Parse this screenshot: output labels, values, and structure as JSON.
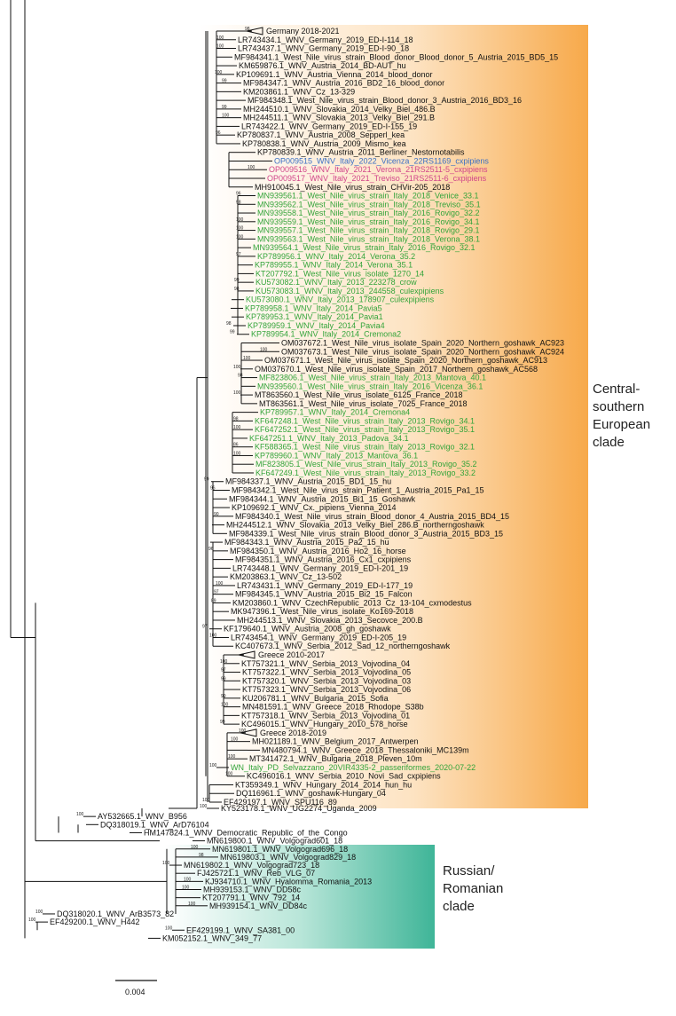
{
  "colors": {
    "black": "#111111",
    "green": "#33a43a",
    "blue": "#3a6fc4",
    "pink": "#d1458a",
    "orange_band": "#f7a94a",
    "teal_band": "#3fb598"
  },
  "clade_labels": {
    "central": [
      "Central-",
      "southern",
      "European",
      "clade"
    ],
    "russian": [
      "Russian/",
      "Romanian",
      "clade"
    ]
  },
  "scale_bar": "0.004",
  "tree": {
    "tips": [
      {
        "label": "Germany 2018-2021",
        "color": "black",
        "collapsed": true,
        "support": "98"
      },
      {
        "label": "LR743434.1_WNV_Germany_2019_ED-I-114_18",
        "color": "black",
        "support": "100"
      },
      {
        "label": "LR743437.1_WNV_Germany_2019_ED-I-90_18",
        "color": "black",
        "support": "100"
      },
      {
        "label": "MF984341.1_West_Nile_virus_strain_Blood_donor_Blood_donor_5_Austria_2015_BD5_15",
        "color": "black"
      },
      {
        "label": "KM659876.1_WNV_Austria_2014_BD-AUT_hu",
        "color": "black"
      },
      {
        "label": "KP109691.1_WNV_Austria_Vienna_2014_blood_donor",
        "color": "black",
        "support": "100"
      },
      {
        "label": "MF984347.1_WNV_Austria_2016_BD2_16_blood_donor",
        "color": "black",
        "support": "99"
      },
      {
        "label": "KM203861.1_WNV_Cz_13-329",
        "color": "black"
      },
      {
        "label": "MF984348.1_West_Nile_virus_strain_Blood_donor_3_Austria_2016_BD3_16",
        "color": "black"
      },
      {
        "label": "MH244510.1_WNV_Slovakia_2014_Velky_Biel_486.B",
        "color": "black",
        "support": "99"
      },
      {
        "label": "MH244511.1_WNV_Slovakia_2013_Velky_Biel_291.B",
        "color": "black",
        "support": "100"
      },
      {
        "label": "LR743422.1_WNV_Germany_2019_ED-I-155_19",
        "color": "black"
      },
      {
        "label": "KP780837.1_WNV_Austria_2008_Sepperl_kea",
        "color": "black",
        "support": "96"
      },
      {
        "label": "KP780838.1_WNV_Austria_2009_Mismo_kea",
        "color": "black"
      },
      {
        "label": "KP780839.1_WNV_Austria_2011_Berliner_Nestornotabilis",
        "color": "black"
      },
      {
        "label": "OP009515_WNV_Italy_2022_Vicenza_22RS1169_cxpipiens",
        "color": "blue"
      },
      {
        "label": "OP009516_WNV_Italy_2021_Verona_21RS2511-5_cxpipiens",
        "color": "pink",
        "support": "100"
      },
      {
        "label": "OP009517_WNV_Italy_2021_Treviso_21RS2511-6_cxpipiens",
        "color": "pink"
      },
      {
        "label": "MH910045.1_West_Nile_virus_strain_CHVir-205_2018",
        "color": "black"
      },
      {
        "label": "MN939561.1_West_Nile_virus_strain_Italy_2018_Venice_33.1",
        "color": "green",
        "support": "96"
      },
      {
        "label": "MN939562.1_West_Nile_virus_strain_Italy_2018_Treviso_35.1",
        "color": "green",
        "support": "98"
      },
      {
        "label": "MN939558.1_West_Nile_virus_strain_Italy_2016_Rovigo_32.2",
        "color": "green"
      },
      {
        "label": "MN939559.1_West_Nile_virus_strain_Italy_2016_Rovigo_34.1",
        "color": "green",
        "support": "100"
      },
      {
        "label": "MN939557.1_West_Nile_virus_strain_Italy_2018_Rovigo_29.1",
        "color": "green",
        "support": "100"
      },
      {
        "label": "MN939563.1_West_Nile_virus_strain_Italy_2018_Verona_38.1",
        "color": "green",
        "support": "100"
      },
      {
        "label": "MN939564.1_West_Nile_virus_strain_Italy_2016_Rovigo_32.1",
        "color": "green"
      },
      {
        "label": "KP789956.1_WNV_Italy_2014_Verona_35.2",
        "color": "green",
        "support": "97"
      },
      {
        "label": "KP789955.1_WNV_Italy_2014_Verona_35.1",
        "color": "green"
      },
      {
        "label": "KT207792.1_West_Nile_virus_isolate_1270_14",
        "color": "green"
      },
      {
        "label": "KU573082.1_WNV_Italy_2013_223278_crow",
        "color": "green",
        "support": "99"
      },
      {
        "label": "KU573083.1_WNV_Italy_2013_244558_culexpipiens",
        "color": "green",
        "support": "98"
      },
      {
        "label": "KU573080.1_WNV_Italy_2013_178907_culexpipiens",
        "color": "green"
      },
      {
        "label": "KP789958.1_WNV_Italy_2014_Pavia5",
        "color": "green"
      },
      {
        "label": "KP789953.1_WNV_Italy_2014_Pavia1",
        "color": "green"
      },
      {
        "label": "KP789959.1_WNV_Italy_2014_Pavia4",
        "color": "green",
        "support": "98"
      },
      {
        "label": "KP789954.1_WNV_Italy_2014_Cremona2",
        "color": "green",
        "support": "99"
      },
      {
        "label": "OM037672.1_West_Nile_virus_isolate_Spain_2020_Northern_goshawk_AC923",
        "color": "black"
      },
      {
        "label": "OM037673.1_West_Nile_virus_isolate_Spain_2020_Northern_goshawk_AC924",
        "color": "black",
        "support": "100"
      },
      {
        "label": "OM037671.1_West_Nile_virus_isolate_Spain_2020_Northern_goshawk_AC913",
        "color": "black",
        "support": "100"
      },
      {
        "label": "OM037670.1_West_Nile_virus_isolate_Spain_2017_Northern_goshawk_AC568",
        "color": "black",
        "support": "100"
      },
      {
        "label": "MF823806.1_West_Nile_virus_strain_Italy_2013_Mantova_40.1",
        "color": "green",
        "support": "98"
      },
      {
        "label": "MN939560.1_West_Nile_virus_strain_Italy_2016_Vicenza_36.1",
        "color": "green"
      },
      {
        "label": "MT863560.1_West_Nile_virus_isolate_6125_France_2018",
        "color": "black",
        "support": "100"
      },
      {
        "label": "MT863561.1_West_Nile_virus_isolate_7025_France_2018",
        "color": "black"
      },
      {
        "label": "KP789957.1_WNV_Italy_2014_Cremona4",
        "color": "green"
      },
      {
        "label": "KF647248.1_West_Nile_virus_strain_Italy_2013_Rovigo_34.1",
        "color": "green",
        "support": "98"
      },
      {
        "label": "KF647252.1_West_Nile_virus_strain_Italy_2013_Rovigo_35.1",
        "color": "green",
        "support": "100"
      },
      {
        "label": "KF647251.1_WNV_Italy_2013_Padova_34.1",
        "color": "green"
      },
      {
        "label": "KF588365.1_West_Nile_virus_strain_Italy_2013_Rovigo_32.1",
        "color": "green",
        "support": "86"
      },
      {
        "label": "KP789960.1_WNV_Italy_2013_Mantova_36.1",
        "color": "green",
        "support": "100"
      },
      {
        "label": "MF823805.1_West_Nile_virus_strain_Italy_2013_Rovigo_35.2",
        "color": "green"
      },
      {
        "label": "KF647249.1_West_Nile_virus_strain_Italy_2013_Rovigo_33.2",
        "color": "green"
      },
      {
        "label": "MF984337.1_WNV_Austria_2015_BD1_15_hu",
        "color": "black",
        "support": "99"
      },
      {
        "label": "MF984342.1_West_Nile_virus_strain_Patient_1_Austria_2015_Pa1_15",
        "color": "black",
        "support": "96"
      },
      {
        "label": "MF984344.1_WNV_Austria_2015_Bi1_15_Goshawk",
        "color": "black"
      },
      {
        "label": "KP109692.1_WNV_Cx._pipiens_Vienna_2014",
        "color": "black"
      },
      {
        "label": "MF984340.1_West_Nile_virus_strain_Blood_donor_4_Austria_2015_BD4_15",
        "color": "black",
        "support": "90"
      },
      {
        "label": "MH244512.1_WNV_Slovakia_2013_Velky_Biel_286.B_northerngoshawk",
        "color": "black"
      },
      {
        "label": "MF984339.1_West_Nile_virus_strain_Blood_donor_3_Austria_2015_BD3_15",
        "color": "black"
      },
      {
        "label": "MF984343.1_WNV_Austria_2015_Pa2_15_hu",
        "color": "black"
      },
      {
        "label": "MF984350.1_WNV_Austria_2016_Ho2_16_horse",
        "color": "black",
        "support": "96"
      },
      {
        "label": "MF984351.1_WNV_Austria_2016_Cx1_cxpipiens",
        "color": "black"
      },
      {
        "label": "LR743448.1_WNV_Germany_2019_ED-I-201_19",
        "color": "black"
      },
      {
        "label": "KM203863.1_WNV_Cz_13-502",
        "color": "black"
      },
      {
        "label": "LR743431.1_WNV_Germany_2019_ED-I-177_19",
        "color": "black",
        "support": "100"
      },
      {
        "label": "MF984345.1_WNV_Austria_2015_Bi2_15_Falcon",
        "color": "black",
        "support": "97"
      },
      {
        "label": "KM203860.1_WNV_CzechRepublic_2013_Cz_13-104_cxmodestus",
        "color": "black",
        "support": "89"
      },
      {
        "label": "MK947396.1_West_Nile_virus_isolate_Ko169-2018",
        "color": "black"
      },
      {
        "label": "MH244513.1_WNV_Slovakia_2013_Secovce_200.B",
        "color": "black"
      },
      {
        "label": "KF179640.1_WNV_Austria_2008_gh_goshawk",
        "color": "black",
        "support": "97"
      },
      {
        "label": "LR743454.1_WNV_Germany_2019_ED-I-205_19",
        "color": "black",
        "support": "100"
      },
      {
        "label": "KC407673.1_WNV_Serbia_2012_Sad_12_northerngoshawk",
        "color": "black"
      },
      {
        "label": "Greece 2010-2017",
        "color": "black",
        "collapsed": true
      },
      {
        "label": "KT757321.1_WNV_Serbia_2013_Vojvodina_04",
        "color": "black",
        "support": "100"
      },
      {
        "label": "KT757322.1_WNV_Serbia_2013_Vojvodina_05",
        "color": "black",
        "support": "97"
      },
      {
        "label": "KT757320.1_WNV_Serbia_2013_Vojvodina_03",
        "color": "black",
        "support": "99"
      },
      {
        "label": "KT757323.1_WNV_Serbia_2013_Vojvodina_06",
        "color": "black"
      },
      {
        "label": "KU206781.1_WNV_Bulgaria_2015_Sofia",
        "color": "black",
        "support": "99"
      },
      {
        "label": "MN481591.1_WNV_Greece_2018_Rhodope_S38b",
        "color": "black",
        "support": "100"
      },
      {
        "label": "KT757318.1_WNV_Serbia_2013_Vojvodina_01",
        "color": "black"
      },
      {
        "label": "KC496015.1_WNV_Hungary_2010_578_horse",
        "color": "black",
        "support": "99"
      },
      {
        "label": "Greece 2018-2019",
        "color": "black",
        "collapsed": true,
        "support": "100"
      },
      {
        "label": "MH021189.1_WNV_Belgium_2017_Antwerpen",
        "color": "black",
        "support": "100"
      },
      {
        "label": "MN480794.1_WNV_Greece_2018_Thessaloniki_MC139m",
        "color": "black"
      },
      {
        "label": "MT341472.1_WNV_Bulgaria_2018_Pleven_10m",
        "color": "black",
        "support": "100"
      },
      {
        "label": "WN_Italy_PD_Selvazzano_20VIR4335-2_passeriformes_2020-07-22",
        "color": "green",
        "support": "100"
      },
      {
        "label": "KC496016.1_WNV_Serbia_2010_Novi_Sad_cxpipiens",
        "color": "black",
        "support": "100"
      },
      {
        "label": "KT359349.1_WNV_Hungary_2014_2014_hun_hu",
        "color": "black"
      },
      {
        "label": "DQ116961.1_WNV_goshawk-Hungary_04",
        "color": "black"
      },
      {
        "label": "EF429197.1_WNV_SPU116_89",
        "color": "black",
        "support": "100"
      },
      {
        "label": "KY523178.1_WNV_UG2274_Uganda_2009",
        "color": "black",
        "support": "100"
      },
      {
        "label": "AY532665.1_WNV_B956",
        "color": "black",
        "support": "100"
      },
      {
        "label": "DQ318019.1_WNV_ArD76104",
        "color": "black"
      },
      {
        "label": "HM147824.1_WNV_Democratic_Republic_of_the_Congo",
        "color": "black"
      },
      {
        "label": "MN619800.1_WNV_Volgograd601_18",
        "color": "black"
      },
      {
        "label": "MN619801.1_WNV_Volgograd696_18",
        "color": "black",
        "support": "100"
      },
      {
        "label": "MN619803.1_WNV_Volgograd829_18",
        "color": "black",
        "support": "98"
      },
      {
        "label": "MN619802.1_WNV_Volgograd723_18",
        "color": "black",
        "support": "100"
      },
      {
        "label": "FJ425721.1_WNV_Reb_VLG_07",
        "color": "black"
      },
      {
        "label": "KJ934710.1_WNV_Hyalomma_Romania_2013",
        "color": "black",
        "support": "100"
      },
      {
        "label": "MH939153.1_WNV_DD58c",
        "color": "black",
        "support": "100"
      },
      {
        "label": "KT207791.1_WNV_792_14",
        "color": "black"
      },
      {
        "label": "MH939154.1_WNV_DD84c",
        "color": "black",
        "support": "100"
      },
      {
        "label": "DQ318020.1_WNV_ArB3573_82",
        "color": "black",
        "support": "100"
      },
      {
        "label": "EF429200.1_WNV_H442",
        "color": "black",
        "support": "100"
      },
      {
        "label": "EF429199.1_WNV_SA381_00",
        "color": "black",
        "support": "100"
      },
      {
        "label": "KM052152.1_WNV_349_77",
        "color": "black"
      }
    ]
  }
}
